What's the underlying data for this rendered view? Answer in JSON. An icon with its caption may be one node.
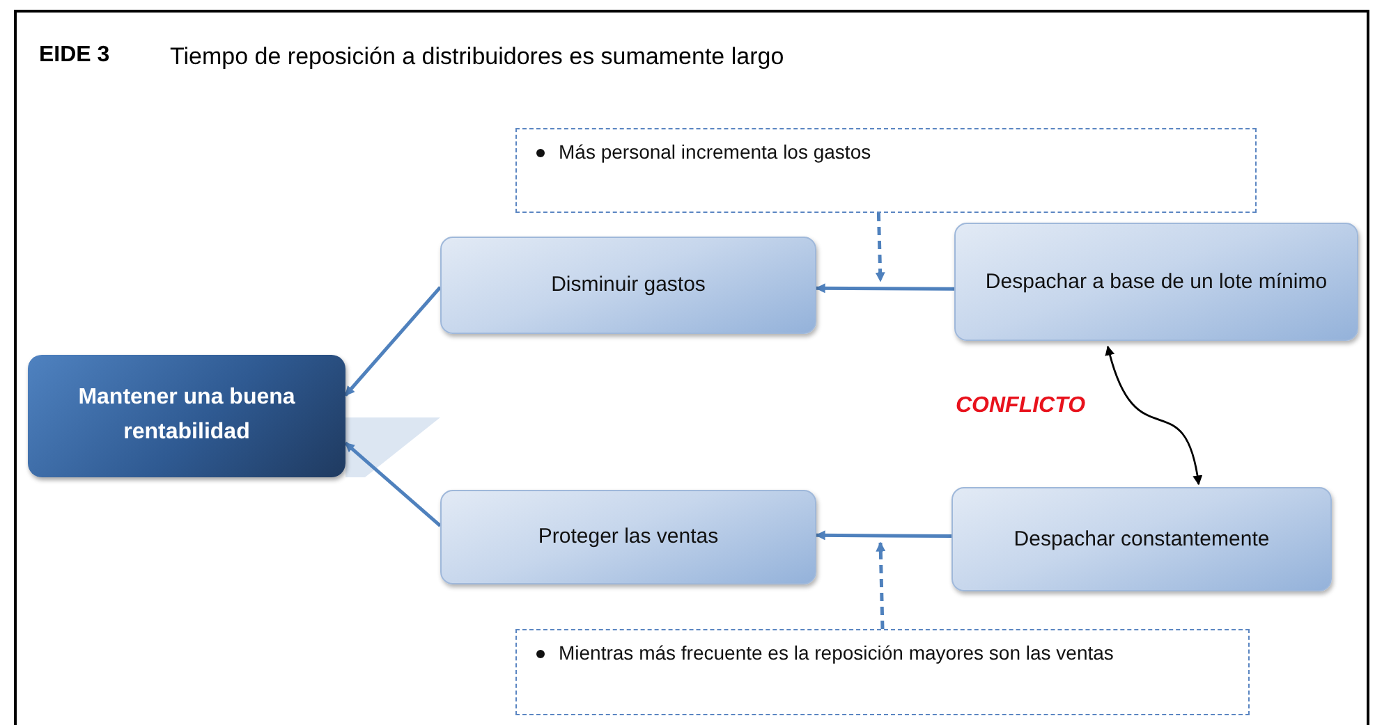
{
  "diagram": {
    "title": "Tiempo de reposición a distribuidores es sumamente largo",
    "nodes": [
      {
        "text": [
          "Mantener una buena rentabilidad"
        ]
      },
      {
        "text": [
          "Disminuir gastos"
        ]
      },
      {
        "text": [
          "Proteger las ventas"
        ]
      },
      {
        "text": [
          "Despachar a base de un lote mínimo"
        ]
      },
      {
        "text": [
          "Despachar constantemente"
        ]
      },
      {
        "text": [
          "Más personal incrementa los gastos"
        ]
      },
      {
        "text": [
          "Mientras más frecuente es la reposición mayores son las ventas"
        ]
      }
    ],
    "edges": [
      {
        "from": 1,
        "to": 0,
        "arrow": "to"
      },
      {
        "from": 2,
        "to": 0,
        "arrow": "to"
      },
      {
        "from": 3,
        "to": 1,
        "arrow": "to"
      },
      {
        "from": 4,
        "to": 2,
        "arrow": "to"
      },
      {
        "from": 5,
        "to": null,
        "arrow": "to",
        "style": "dashed"
      },
      {
        "from": 6,
        "to": null,
        "arrow": "to",
        "style": "dashed"
      },
      {
        "from": 3,
        "to": 4,
        "arrow": "both",
        "label": "CONFLICTO",
        "color": "#000000"
      }
    ],
    "labels": [
      "EIDE 3"
    ]
  }
}
